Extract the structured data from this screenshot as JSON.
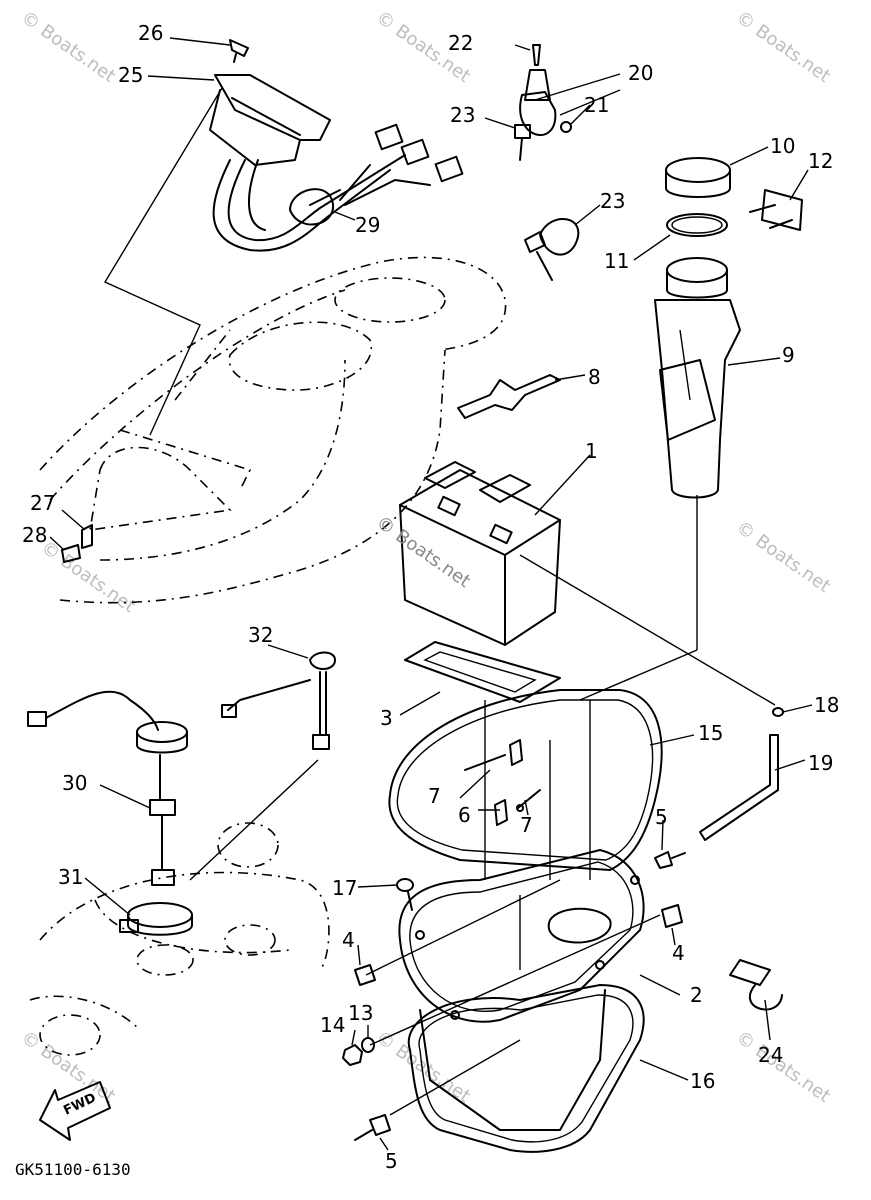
{
  "diagram": {
    "drawing_code": "GK51100-6130",
    "direction_label": "FWD",
    "watermark_text": "© Boats.net",
    "center_watermark": "© Boats.net",
    "callouts": [
      {
        "id": "1",
        "text": "1"
      },
      {
        "id": "2",
        "text": "2"
      },
      {
        "id": "3",
        "text": "3"
      },
      {
        "id": "4a",
        "text": "4"
      },
      {
        "id": "4b",
        "text": "4"
      },
      {
        "id": "5a",
        "text": "5"
      },
      {
        "id": "5b",
        "text": "5"
      },
      {
        "id": "6",
        "text": "6"
      },
      {
        "id": "7a",
        "text": "7"
      },
      {
        "id": "7b",
        "text": "7"
      },
      {
        "id": "8",
        "text": "8"
      },
      {
        "id": "9",
        "text": "9"
      },
      {
        "id": "10",
        "text": "10"
      },
      {
        "id": "11",
        "text": "11"
      },
      {
        "id": "12",
        "text": "12"
      },
      {
        "id": "13",
        "text": "13"
      },
      {
        "id": "14",
        "text": "14"
      },
      {
        "id": "15",
        "text": "15"
      },
      {
        "id": "16",
        "text": "16"
      },
      {
        "id": "17",
        "text": "17"
      },
      {
        "id": "18",
        "text": "18"
      },
      {
        "id": "19",
        "text": "19"
      },
      {
        "id": "20",
        "text": "20"
      },
      {
        "id": "21",
        "text": "21"
      },
      {
        "id": "22",
        "text": "22"
      },
      {
        "id": "23a",
        "text": "23"
      },
      {
        "id": "23b",
        "text": "23"
      },
      {
        "id": "24",
        "text": "24"
      },
      {
        "id": "25",
        "text": "25"
      },
      {
        "id": "26",
        "text": "26"
      },
      {
        "id": "27",
        "text": "27"
      },
      {
        "id": "28",
        "text": "28"
      },
      {
        "id": "29",
        "text": "29"
      },
      {
        "id": "30",
        "text": "30"
      },
      {
        "id": "31",
        "text": "31"
      },
      {
        "id": "32",
        "text": "32"
      }
    ]
  }
}
